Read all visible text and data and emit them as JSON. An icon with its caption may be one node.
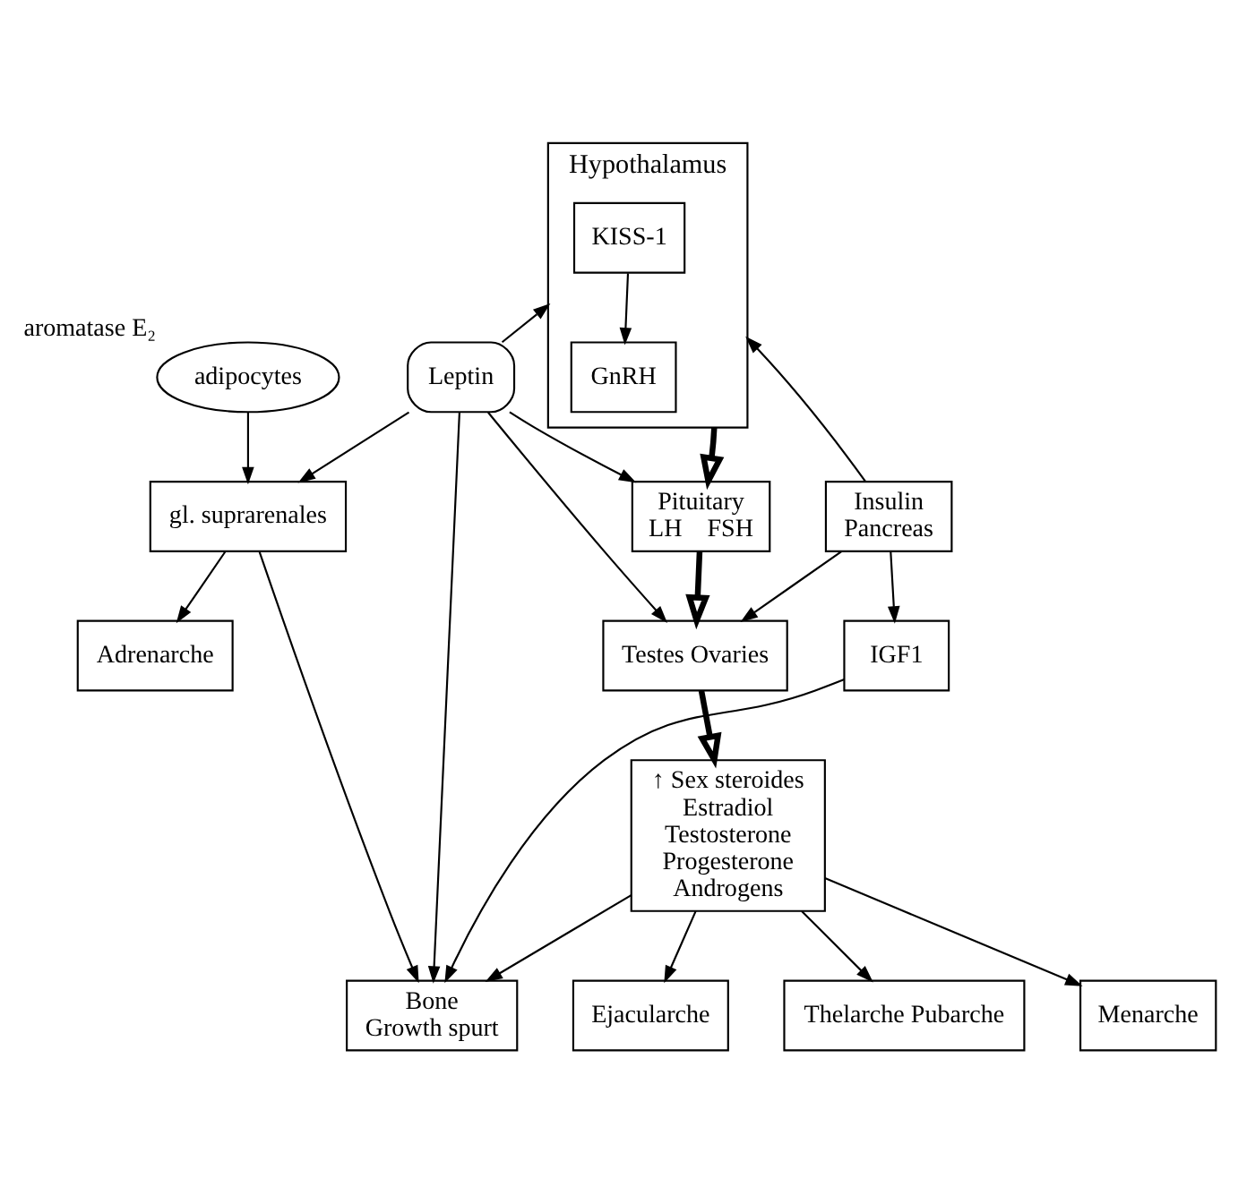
{
  "diagram": {
    "nodes": [
      {
        "text": [
          "Hypothalamus"
        ]
      },
      {
        "text": [
          "KISS-1"
        ],
        "in": 0
      },
      {
        "text": [
          "GnRH"
        ],
        "in": 0
      },
      {
        "text": [
          "Pituitary",
          "LH    FSH"
        ]
      },
      {
        "text": [
          "Leptin"
        ]
      },
      {
        "text": [
          "adipocytes"
        ],
        "beside": [
          "aromatase E₂"
        ]
      },
      {
        "text": [
          "Insulin",
          "Pancreas"
        ]
      },
      {
        "text": [
          "Testes Ovaries"
        ]
      },
      {
        "text": [
          "Adrenarche"
        ]
      },
      {
        "text": [
          "gl. suprarenales"
        ]
      },
      {
        "text": [
          "IGF1"
        ]
      },
      {
        "text": [
          "Bone",
          "Growth spurt"
        ]
      },
      {
        "text": [
          "Thelarche Pubarche"
        ]
      },
      {
        "text": [
          "↑ Sex steroides",
          "Estradiol",
          "Testosterone",
          "Progesterone",
          "Androgens"
        ]
      },
      {
        "text": [
          "Menarche"
        ]
      },
      {
        "text": [
          "Ejacularche"
        ]
      }
    ],
    "edges": [
      {
        "from": 1,
        "to": 2,
        "arrow": "to"
      },
      {
        "from": 4,
        "to": 0,
        "arrow": "to"
      },
      {
        "from": 6,
        "to": 0,
        "arrow": "to"
      },
      {
        "from": 0,
        "to": 3,
        "arrow": "to",
        "style": "thick"
      },
      {
        "from": 4,
        "to": 3,
        "arrow": "to"
      },
      {
        "from": 3,
        "to": 7,
        "arrow": "to",
        "style": "thick"
      },
      {
        "from": 4,
        "to": 7,
        "arrow": "to"
      },
      {
        "from": 6,
        "to": 7,
        "arrow": "to"
      },
      {
        "from": 7,
        "to": 13,
        "arrow": "to",
        "style": "thick"
      },
      {
        "from": 5,
        "to": 9,
        "arrow": "to"
      },
      {
        "from": 9,
        "to": 8,
        "arrow": "to"
      },
      {
        "from": 4,
        "to": 9,
        "arrow": "to"
      },
      {
        "from": 9,
        "to": 11,
        "arrow": "to"
      },
      {
        "from": 4,
        "to": 11,
        "arrow": "to"
      },
      {
        "from": 10,
        "to": 11,
        "arrow": "to"
      },
      {
        "from": 13,
        "to": 11,
        "arrow": "to"
      },
      {
        "from": 13,
        "to": 12,
        "arrow": "to"
      },
      {
        "from": 13,
        "to": 14,
        "arrow": "to"
      },
      {
        "from": 13,
        "to": 15,
        "arrow": "to"
      },
      {
        "from": 6,
        "to": 10,
        "arrow": "to"
      }
    ]
  }
}
